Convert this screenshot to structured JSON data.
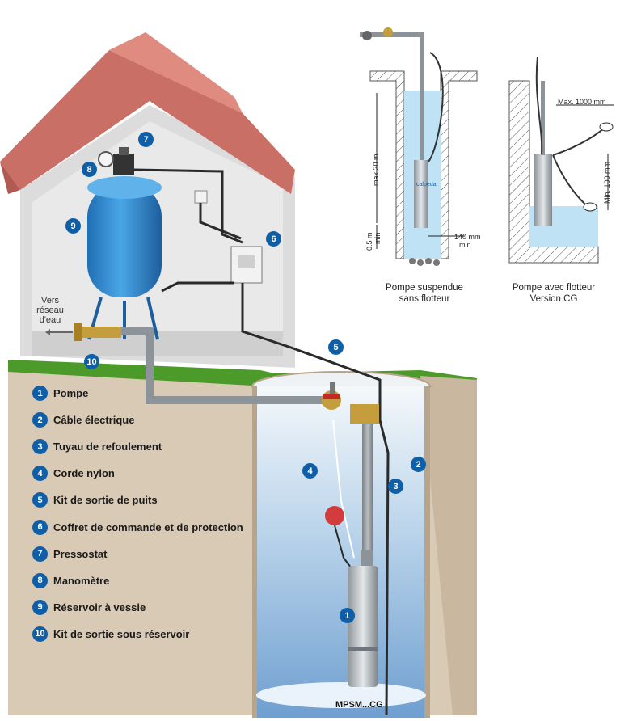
{
  "legend": [
    {
      "num": "1",
      "label": "Pompe"
    },
    {
      "num": "2",
      "label": "Câble électrique"
    },
    {
      "num": "3",
      "label": "Tuyau de refoulement"
    },
    {
      "num": "4",
      "label": "Corde nylon"
    },
    {
      "num": "5",
      "label": "Kit de sortie de puits"
    },
    {
      "num": "6",
      "label": "Coffret de commande et de protection"
    },
    {
      "num": "7",
      "label": "Pressostat"
    },
    {
      "num": "8",
      "label": "Manomètre"
    },
    {
      "num": "9",
      "label": "Réservoir à vessie"
    },
    {
      "num": "10",
      "label": "Kit de sortie sous réservoir"
    }
  ],
  "callouts": {
    "c1": "1",
    "c2": "2",
    "c3": "3",
    "c4": "4",
    "c5": "5",
    "c6": "6",
    "c7": "7",
    "c8": "8",
    "c9": "9",
    "c10": "10"
  },
  "network_note_line1": "Vers",
  "network_note_line2": "réseau d'eau",
  "model_label": "MPSM...CG",
  "pump_brand": "calpeda",
  "diagram_left": {
    "caption_line1": "Pompe suspendue",
    "caption_line2": "sans flotteur",
    "dim_max": "max 20 m",
    "dim_min_depth": "0.5 m",
    "dim_min_depth_sub": "min",
    "dim_clearance": "140 mm",
    "dim_clearance_sub": "min"
  },
  "diagram_right": {
    "caption_line1": "Pompe avec flotteur",
    "caption_line2": "Version CG",
    "dim_max": "Max. 1000 mm",
    "dim_min": "Min. 100 mm"
  },
  "colors": {
    "badge": "#0f5ea8",
    "water": "#bfe3f5",
    "roof": "#c96f66",
    "ground": "#d7c8b4",
    "grass": "#4c9a2a",
    "tank": "#2d86c9"
  }
}
